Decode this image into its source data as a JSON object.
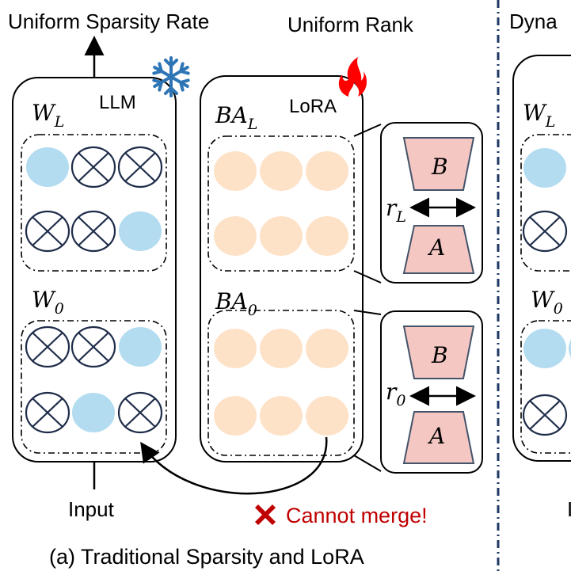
{
  "left_panel": {
    "top_label_llm": "Uniform Sparsity Rate",
    "top_label_lora": "Uniform Rank",
    "llm_label": "LLM",
    "lora_label": "LoRA",
    "w_top": {
      "base": "W",
      "sub": "L"
    },
    "w_bottom": {
      "base": "W",
      "sub": "0"
    },
    "ba_top": {
      "base": "BA",
      "sub": "L"
    },
    "ba_bottom": {
      "base": "BA",
      "sub": "0"
    },
    "r_top": {
      "base": "r",
      "sub": "L"
    },
    "r_bottom": {
      "base": "r",
      "sub": "0"
    },
    "matrix_b": "B",
    "matrix_a": "A",
    "input_label": "Input",
    "warning": "Cannot merge!",
    "caption": "(a) Traditional Sparsity and LoRA",
    "icons": [
      "snowflake-icon",
      "fire-icon",
      "cross-icon"
    ]
  },
  "right_panel": {
    "title_partial": "Dyna",
    "w_top": {
      "base": "W",
      "sub": "L"
    },
    "w_bottom": {
      "base": "W",
      "sub": "0"
    },
    "input_partial": "I"
  },
  "colors": {
    "active_weight": "#b3dcf0",
    "lora_weight": "#fde2c8",
    "matrix_fill": "#f4c7c3",
    "divider": "#1f3864",
    "warning": "#c00000",
    "snowflake": "#2e75b6",
    "fire": "#ff0000"
  }
}
